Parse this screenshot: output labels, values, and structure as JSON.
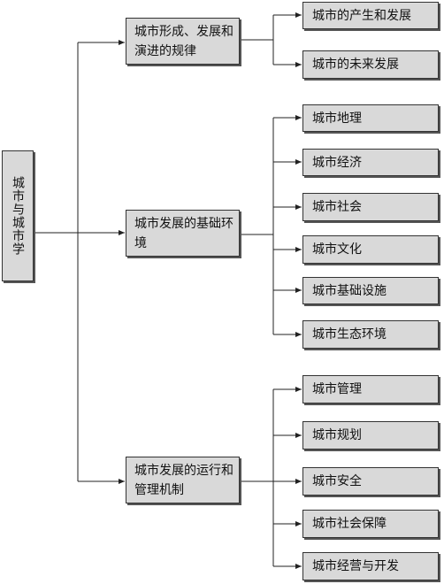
{
  "root": {
    "label": "城市与城市学"
  },
  "branches": [
    {
      "label": "城市形成、发展和演进的规律",
      "children": [
        "城市的产生和发展",
        "城市的未来发展"
      ]
    },
    {
      "label": "城市发展的基础环境",
      "children": [
        "城市地理",
        "城市经济",
        "城市社会",
        "城市文化",
        "城市基础设施",
        "城市生态环境"
      ]
    },
    {
      "label": "城市发展的运行和管理机制",
      "children": [
        "城市管理",
        "城市规划",
        "城市安全",
        "城市社会保障",
        "城市经营与开发"
      ]
    }
  ]
}
